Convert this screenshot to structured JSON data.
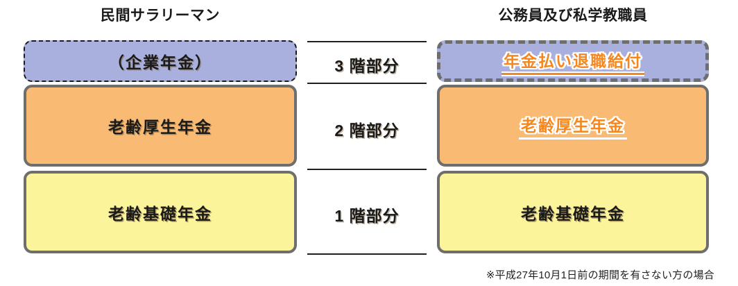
{
  "headers": {
    "private": "民間サラリーマン",
    "public": "公務員及び私学教職員"
  },
  "tiers": [
    {
      "tier_label": "3 階部分",
      "private": {
        "text": "（企業年金）",
        "fill": "#a9b0de",
        "border": "#1a1a1a",
        "border_style": "dashed"
      },
      "public": {
        "text": "年金払い退職給付",
        "fill": "#a9b0de",
        "border": "#6e6e6e",
        "border_style": "dashed"
      }
    },
    {
      "tier_label": "2 階部分",
      "private": {
        "text": "老齢厚生年金",
        "fill": "#f9bb73",
        "border": "#6e6e6e",
        "border_style": "solid"
      },
      "public": {
        "text": "老齢厚生年金",
        "fill": "#f9bb73",
        "border": "#6e6e6e",
        "border_style": "solid"
      }
    },
    {
      "tier_label": "1 階部分",
      "private": {
        "text": "老齢基礎年金",
        "fill": "#fcf49a",
        "border": "#6e6e6e",
        "border_style": "solid"
      },
      "public": {
        "text": "老齢基礎年金",
        "fill": "#fcf49a",
        "border": "#6e6e6e",
        "border_style": "solid"
      }
    }
  ],
  "footnote": "※平成27年10月1日前の期間を有さない方の場合",
  "colors": {
    "tier3_fill": "#a9b0de",
    "tier2_fill": "#f9bb73",
    "tier1_fill": "#fcf49a",
    "box_border_gray": "#6e6e6e",
    "box_border_black": "#1a1a1a",
    "highlight_orange": "#f5871f",
    "text_dark": "#1a1a1a",
    "rule": "#231f20",
    "background": "#ffffff"
  }
}
